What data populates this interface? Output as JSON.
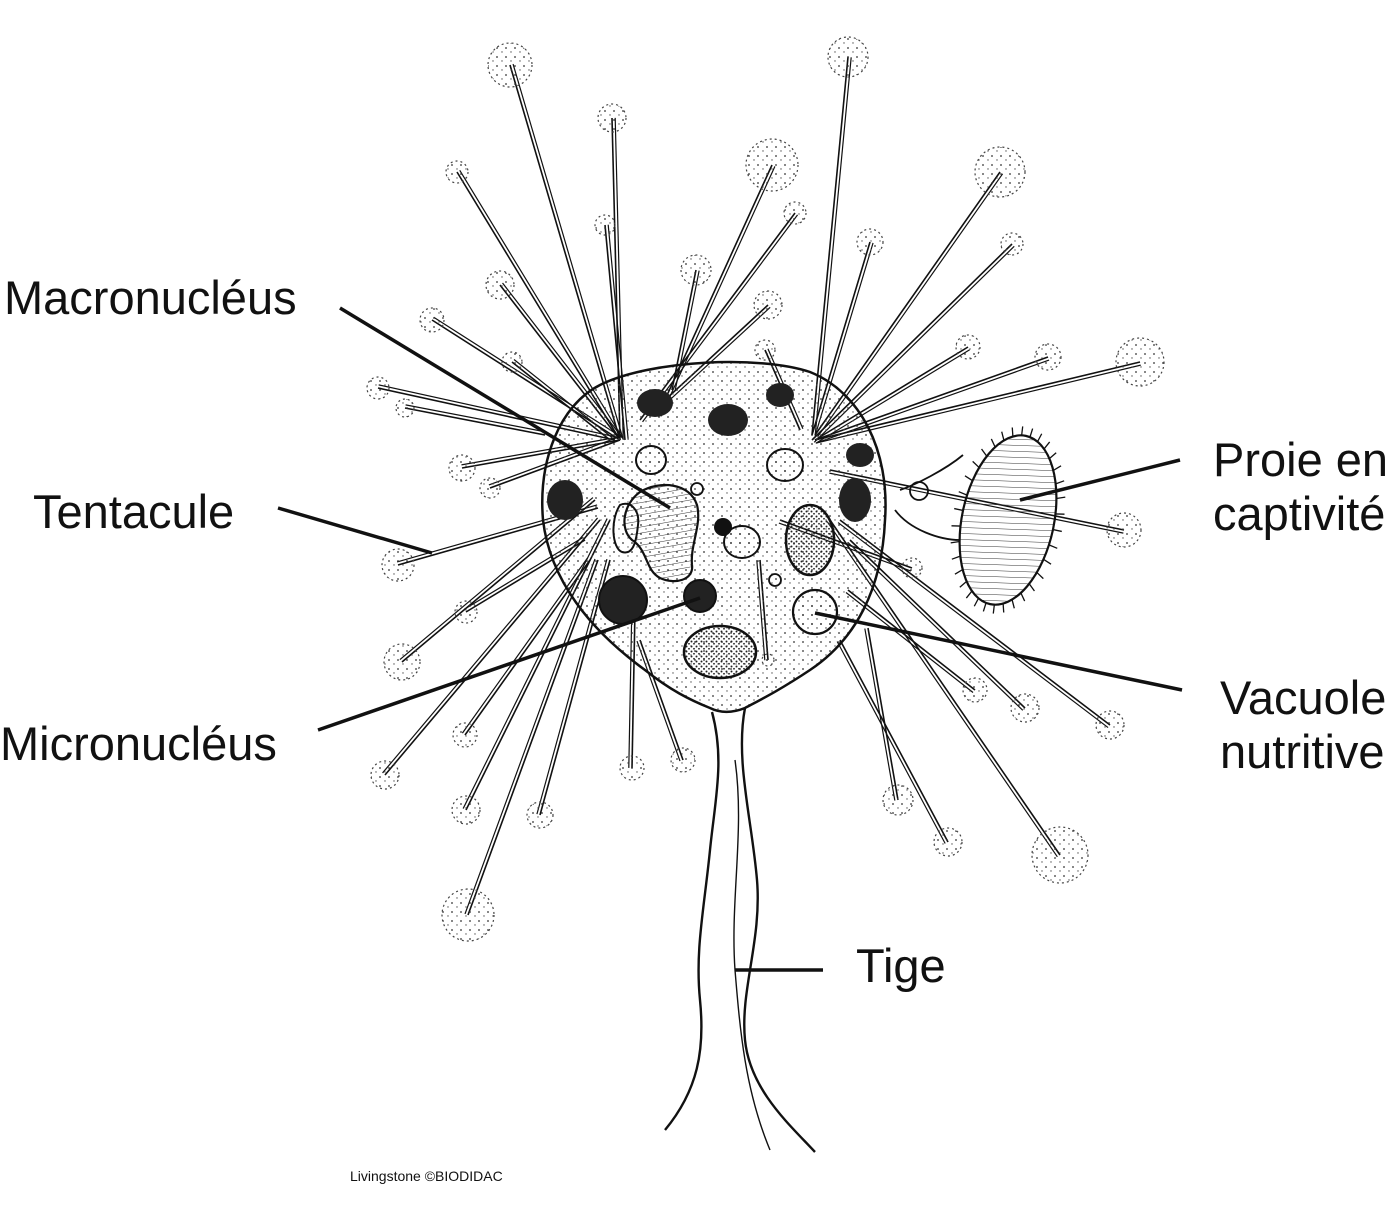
{
  "labels": {
    "macronucleus": "Macronucléus",
    "tentacle": "Tentacule",
    "micronucleus": "Micronucléus",
    "prey_line1": "Proie en",
    "prey_line2": "captivité",
    "vacuole_line1": "Vacuole",
    "vacuole_line2": "nutritive",
    "stalk": "Tige"
  },
  "credit": "Livingstone ©BIODIDAC",
  "colors": {
    "ink": "#111111",
    "background": "#ffffff"
  }
}
